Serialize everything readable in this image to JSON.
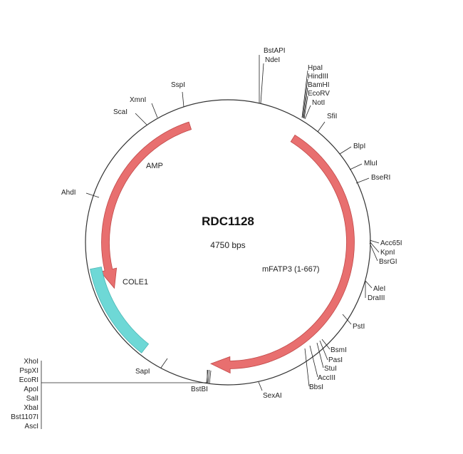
{
  "plasmid": {
    "name": "RDC1128",
    "size_text": "4750 bps",
    "size_bp": 4750
  },
  "colors": {
    "backbone": "#333333",
    "mfatp3": "#e86f6f",
    "amp": "#e86f6f",
    "cole1": "#6ed8d6"
  },
  "features": [
    {
      "name": "mFATP3 (1-667)",
      "type": "arrow",
      "color": "#e86f6f"
    },
    {
      "name": "AMP",
      "type": "arrow",
      "color": "#e86f6f"
    },
    {
      "name": "COLE1",
      "type": "box",
      "color": "#6ed8d6"
    }
  ],
  "sites": {
    "bstapi": "BstAPI",
    "ndei": "NdeI",
    "hpai": "HpaI",
    "hindiii": "HindIII",
    "bamhi": "BamHI",
    "ecorv": "EcoRV",
    "noti": "NotI",
    "sfii": "SfiI",
    "blpi": "BlpI",
    "mlui": "MluI",
    "bseri": "BseRI",
    "acc65i": "Acc65I",
    "kpni": "KpnI",
    "bsrgi": "BsrGI",
    "alei": "AleI",
    "draiii": "DraIII",
    "psti": "PstI",
    "bsmi": "BsmI",
    "pasi": "PasI",
    "stui": "StuI",
    "acciii": "AccIII",
    "bbsi": "BbsI",
    "sexai": "SexAI",
    "bstbi": "BstBI",
    "sapi": "SapI",
    "ahdi": "AhdI",
    "scai": "ScaI",
    "xmni": "XmnI",
    "sspi": "SspI",
    "xhoi": "XhoI",
    "pspxi": "PspXI",
    "ecori": "EcoRI",
    "apoi": "ApoI",
    "sali": "SalI",
    "xbai": "XbaI",
    "bst1107i": "Bst1107I",
    "asci": "AscI"
  }
}
